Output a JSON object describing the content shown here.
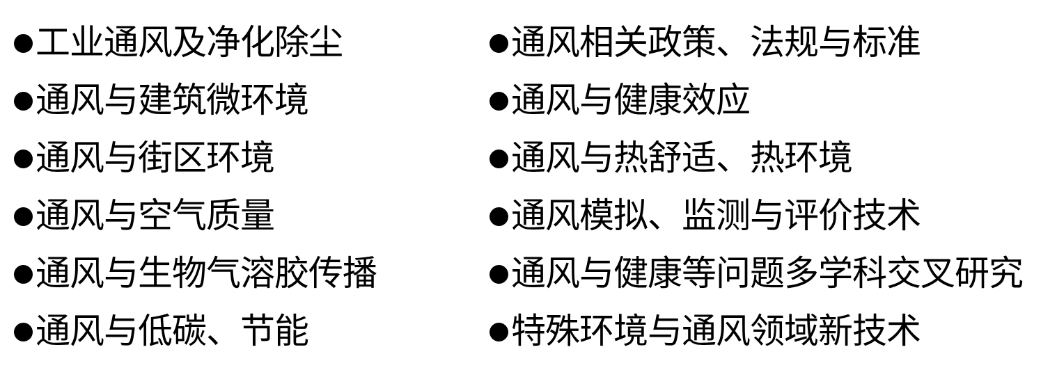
{
  "left_column": [
    "工业通风及净化除尘",
    "通风与建筑微环境",
    "通风与街区环境",
    "通风与空气质量",
    "通风与生物气溶胶传播",
    "通风与低碳、节能"
  ],
  "right_column": [
    "通风相关政策、法规与标准",
    "通风与健康效应",
    "通风与热舒适、热环境",
    "通风模拟、监测与评价技术",
    "通风与健康等问题多学科交叉研究",
    "特殊环境与通风领域新技术"
  ]
}
